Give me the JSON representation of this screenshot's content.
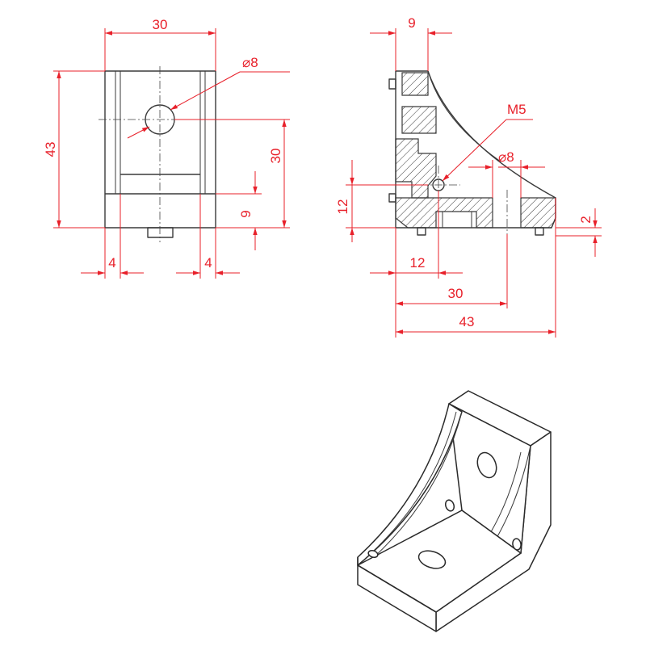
{
  "dimensions": {
    "front_width": "30",
    "front_hole": "8",
    "front_height": "43",
    "front_hole_height": "30",
    "front_base_height": "9",
    "front_left_rail": "4",
    "front_right_rail": "4",
    "side_top_thickness": "9",
    "side_thread": "M5",
    "side_hole": "8",
    "side_thread_height": "12",
    "side_base_offset": "2",
    "side_thread_offset": "12",
    "side_hole_offset": "30",
    "side_total_length": "43"
  },
  "symbols": {
    "diameter": "⌀"
  },
  "colors": {
    "dimension": "#e8202a",
    "outline": "#3a3a3a"
  }
}
